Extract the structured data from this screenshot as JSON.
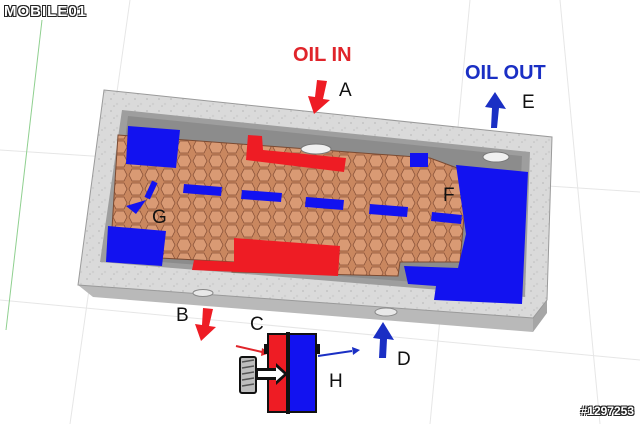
{
  "watermark": "MOBILE01",
  "image_id": "#1297253",
  "labels": {
    "oil_in": "OIL IN",
    "oil_out": "OIL OUT",
    "a": "A",
    "b": "B",
    "c": "C",
    "d": "D",
    "e": "E",
    "f": "F",
    "g": "G",
    "h": "H"
  },
  "colors": {
    "oil_in": "#ee1c24",
    "oil_out": "#1212f0",
    "label_red": "#e0242a",
    "label_blue": "#1a2fc4",
    "housing": "#d8d8d8",
    "plate": "#c98a66"
  },
  "icons": [
    "arrow-down-red-icon",
    "arrow-up-blue-icon",
    "valve-icon",
    "knob-icon"
  ]
}
